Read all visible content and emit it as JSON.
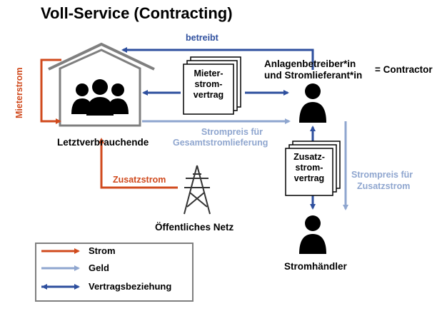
{
  "title": "Voll-Service (Contracting)",
  "labels": {
    "betreibt": "betreibt",
    "contractor_line1": "Anlagenbetreiber*in",
    "contractor_line2": "und Stromlieferant*in",
    "contractor_eq": "= Contractor",
    "letztverbrauchende": "Letztverbrauchende",
    "mieterstrom": "Mieterstrom",
    "strompreis_gesamt_line1": "Strompreis für",
    "strompreis_gesamt_line2": "Gesamtstromlieferung",
    "zusatzstrom": "Zusatzstrom",
    "strompreis_zusatz_line1": "Strompreis für",
    "strompreis_zusatz_line2": "Zusatzstrom",
    "oeffentliches_netz": "Öffentliches Netz",
    "stromhaendler": "Stromhändler"
  },
  "documents": {
    "mieterstromvertrag": [
      "Mieter-",
      "strom-",
      "vertrag"
    ],
    "zusatzstromvertrag": [
      "Zusatz-",
      "strom-",
      "vertrag"
    ]
  },
  "legend": [
    {
      "label": "Strom",
      "color": "#d04a1d"
    },
    {
      "label": "Geld",
      "color": "#8fa6cf"
    },
    {
      "label": "Vertragsbeziehung",
      "color": "#2e4f9e"
    }
  ],
  "colors": {
    "strom": "#d04a1d",
    "geld": "#8fa6cf",
    "vertrag": "#2e4f9e",
    "house": "#7f7f7f"
  }
}
